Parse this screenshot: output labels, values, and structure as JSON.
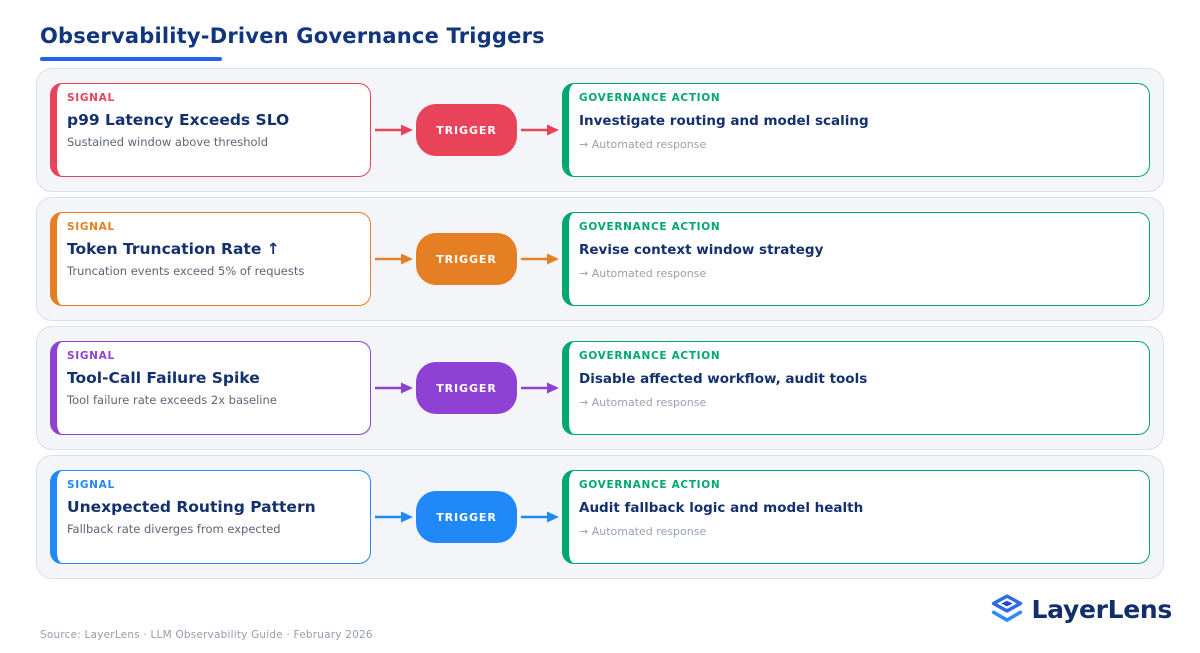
{
  "header": {
    "title": "Observability-Driven Governance Triggers"
  },
  "colors": {
    "title_navy": "#12357f",
    "underline_blue": "#2563eb",
    "governance_green": "#00a870",
    "row_background": "#f4f5f9",
    "card_title_navy": "#14316e",
    "row_accents": [
      "#e84358",
      "#e67f24",
      "#8f41d4",
      "#2189f7"
    ]
  },
  "rows": [
    {
      "signal_label": "SIGNAL",
      "signal_title": "p99 Latency Exceeds SLO",
      "signal_desc": "Sustained window above threshold",
      "trigger_label": "TRIGGER",
      "action_label": "GOVERNANCE ACTION",
      "action_title": "Investigate routing and model scaling",
      "action_note": "→ Automated response",
      "accent": "#e84358"
    },
    {
      "signal_label": "SIGNAL",
      "signal_title": "Token Truncation Rate ↑",
      "signal_desc": "Truncation events exceed 5% of requests",
      "trigger_label": "TRIGGER",
      "action_label": "GOVERNANCE ACTION",
      "action_title": "Revise context window strategy",
      "action_note": "→ Automated response",
      "accent": "#e67f24"
    },
    {
      "signal_label": "SIGNAL",
      "signal_title": "Tool-Call Failure Spike",
      "signal_desc": "Tool failure rate exceeds 2x baseline",
      "trigger_label": "TRIGGER",
      "action_label": "GOVERNANCE ACTION",
      "action_title": "Disable affected workflow, audit tools",
      "action_note": "→ Automated response",
      "accent": "#8f41d4"
    },
    {
      "signal_label": "SIGNAL",
      "signal_title": "Unexpected Routing Pattern",
      "signal_desc": "Fallback rate diverges from expected",
      "trigger_label": "TRIGGER",
      "action_label": "GOVERNANCE ACTION",
      "action_title": "Audit fallback logic and model health",
      "action_note": "→ Automated response",
      "accent": "#2189f7"
    }
  ],
  "footer": {
    "source": "Source: LayerLens  ·  LLM Observability Guide  ·  February 2026",
    "brand": "LayerLens"
  }
}
